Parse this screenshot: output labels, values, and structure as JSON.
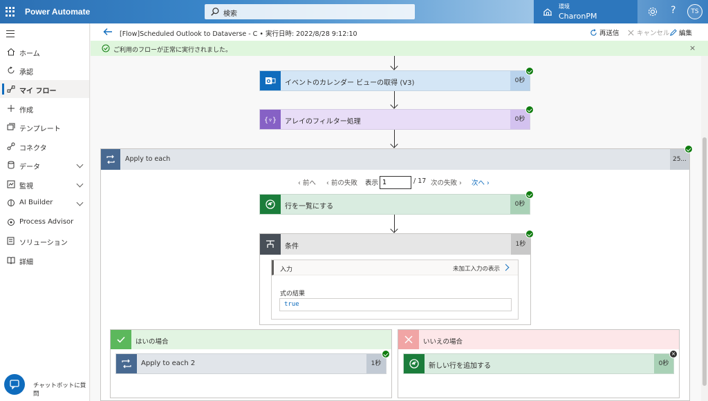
{
  "app": {
    "title": "Power Automate"
  },
  "search": {
    "placeholder": "検索"
  },
  "environment": {
    "label": "環境",
    "name": "CharonPM"
  },
  "user": {
    "initials": "TS"
  },
  "sidebar": {
    "items": [
      {
        "label": "ホーム"
      },
      {
        "label": "承認"
      },
      {
        "label": "マイ フロー"
      },
      {
        "label": "作成"
      },
      {
        "label": "テンプレート"
      },
      {
        "label": "コネクタ"
      },
      {
        "label": "データ"
      },
      {
        "label": "監視"
      },
      {
        "label": "AI Builder"
      },
      {
        "label": "Process Advisor"
      },
      {
        "label": "ソリューション"
      },
      {
        "label": "詳細"
      }
    ],
    "chatbot_label": "チャットボットに質問"
  },
  "cmdbar": {
    "title": "[Flow]Scheduled Outlook to Dataverse - C • 実行日時: 2022/8/28 9:12:10",
    "resubmit": "再送信",
    "cancel": "キャンセル",
    "edit": "編集"
  },
  "banner": {
    "message": "ご利用のフローが正常に実行されました。",
    "close": "×"
  },
  "steps": {
    "calendar": {
      "title": "イベントのカレンダー ビューの取得 (V3)",
      "duration": "0秒"
    },
    "filter": {
      "title": "アレイのフィルター処理",
      "duration": "0秒"
    },
    "apply_each": {
      "title": "Apply to each",
      "duration": "25..."
    },
    "list_rows": {
      "title": "行を一覧にする",
      "duration": "0秒"
    },
    "condition": {
      "title": "条件",
      "duration": "1秒"
    }
  },
  "pager": {
    "prev": "前へ",
    "prev_failed": "前の失敗",
    "show": "表示",
    "current": "1",
    "total": "/ 17",
    "next_failed": "次の失敗",
    "next": "次へ"
  },
  "condition_inputs": {
    "header": "入力",
    "show_raw": "未加工入力の表示",
    "result_label": "式の結果",
    "result_value": "true"
  },
  "branches": {
    "yes": {
      "title": "はいの場合",
      "action_title": "Apply to each 2",
      "action_duration": "1秒"
    },
    "no": {
      "title": "いいえの場合",
      "action_title": "新しい行を追加する",
      "action_duration": "0秒"
    }
  },
  "colors": {
    "brand": "#0f6cbd",
    "success": "#107c10",
    "outlook": "#0f6cbd",
    "filter": "#8661c5",
    "dataverse": "#1b7d3b",
    "condition": "#484f58",
    "loop": "#486991"
  }
}
